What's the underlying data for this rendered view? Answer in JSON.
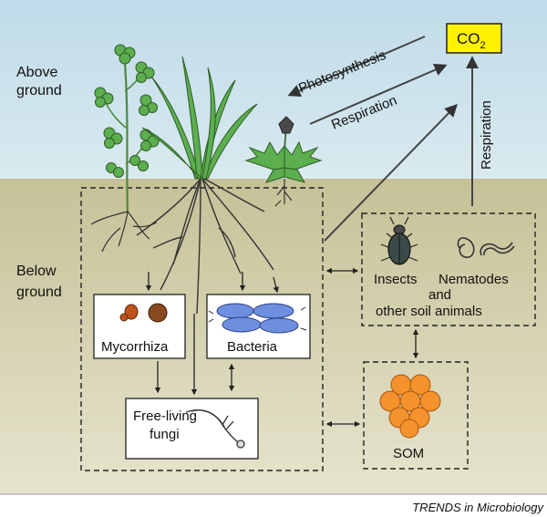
{
  "labels": {
    "above_ground_line1": "Above",
    "above_ground_line2": "ground",
    "below_ground_line1": "Below",
    "below_ground_line2": "ground",
    "co2_main": "CO",
    "co2_sub": "2",
    "photosynthesis": "Photosynthesis",
    "respiration_plant": "Respiration",
    "respiration_animals": "Respiration",
    "mycorrhiza": "Mycorrhiza",
    "bacteria": "Bacteria",
    "free_living_fungi_line1": "Free-living",
    "free_living_fungi_line2": "fungi",
    "insects": "Insects",
    "nematodes": "Nematodes",
    "and": "and",
    "other_soil_animals": "other soil animals",
    "som": "SOM",
    "credit": "TRENDS in Microbiology"
  },
  "colors": {
    "sky_top": "#bfdbe9",
    "sky_bottom": "#d6e8ee",
    "soil_top": "#c8c39a",
    "soil_bottom": "#e4e2c9",
    "co2_box": "#fff200",
    "plant_green": "#5cae4f",
    "fungi_brown": "#8a4a1f",
    "bacteria_blue": "#6e8fe0",
    "som_orange": "#f4932d"
  },
  "icons": [
    "grass-plant-icon",
    "clover-plant-icon",
    "dandelion-plant-icon",
    "beetle-icon",
    "nematode-icon",
    "mycorrhiza-spores-icon",
    "bacteria-cells-icon",
    "fungus-hypha-icon",
    "som-particles-icon"
  ]
}
